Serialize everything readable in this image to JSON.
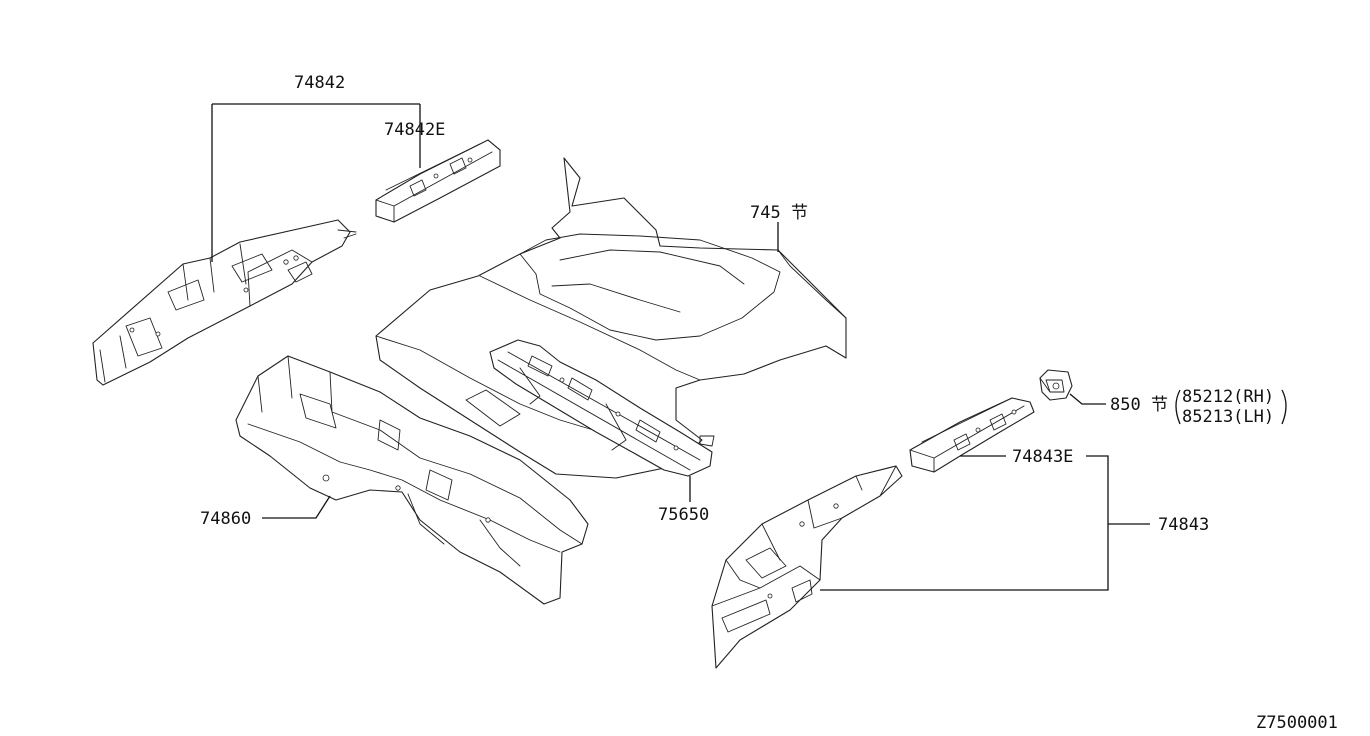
{
  "callouts": {
    "p74842": "74842",
    "p74842e": "74842E",
    "p745": "745 节",
    "p74860": "74860",
    "p75650": "75650",
    "p850": "850 节",
    "p85212": "85212(RH)",
    "p85213": "85213(LH)",
    "p74843e": "74843E",
    "p74843": "74843"
  },
  "diagram_id": "Z7500001"
}
